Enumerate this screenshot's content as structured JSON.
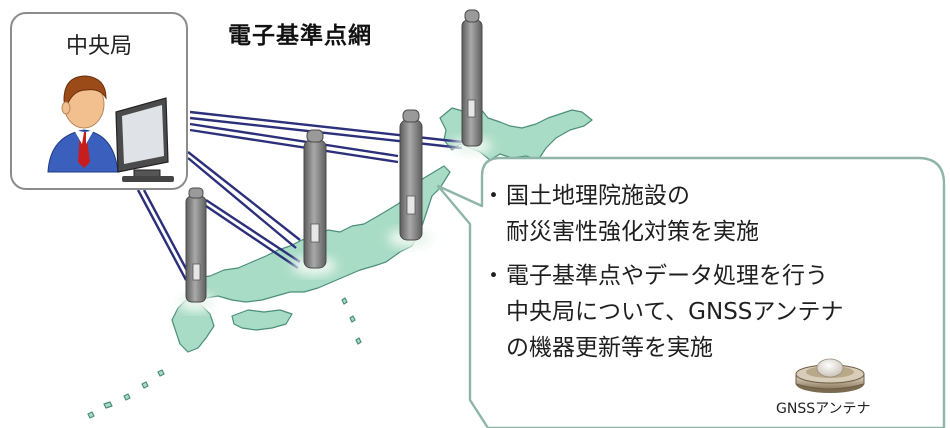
{
  "central_station": {
    "label": "中央局"
  },
  "network_title": "電子基準点網",
  "callout": {
    "bullet_mark": "・",
    "items": [
      {
        "lines": [
          "国土地理院施設の",
          "耐災害性強化対策を実施"
        ]
      },
      {
        "lines": [
          "電子基準点やデータ処理を行う",
          "中央局について、GNSSアンテナ",
          "の機器更新等を実施"
        ]
      }
    ]
  },
  "antenna": {
    "caption": "GNSSアンテナ"
  },
  "colors": {
    "map_fill": "#a9dcc6",
    "map_stroke": "#4b8f78",
    "link_line": "#2c2f7a",
    "pillar": "#7c7c7c",
    "bubble_border": "#8fb5a9"
  }
}
